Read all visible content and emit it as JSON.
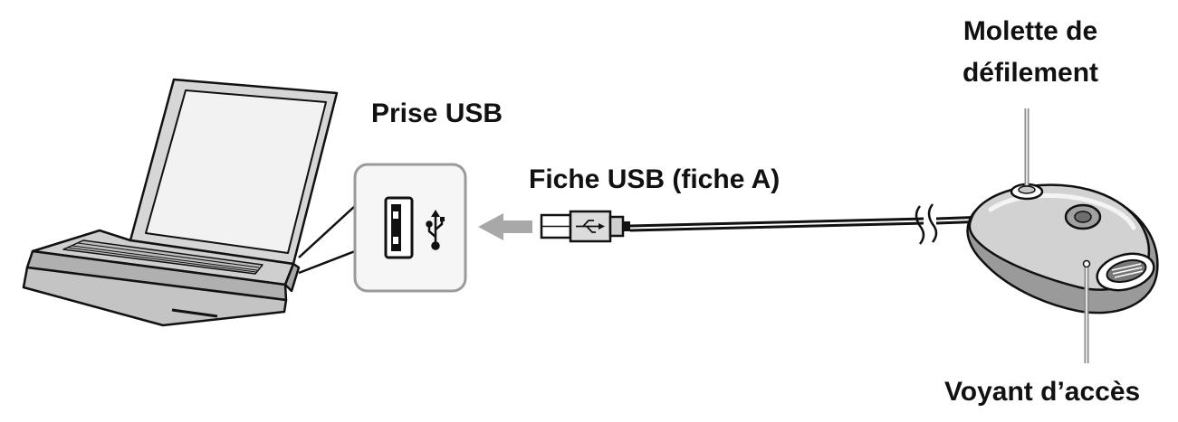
{
  "labels": {
    "scroll_wheel_line1": "Molette de",
    "scroll_wheel_line2": "défilement",
    "usb_port": "Prise USB",
    "usb_plug": "Fiche USB (fiche A)",
    "access_led": "Voyant d’accès"
  },
  "icons": {
    "laptop": "laptop-icon",
    "usb_port": "usb-port-icon",
    "usb_symbol": "usb-symbol-icon",
    "arrow": "arrow-left-icon",
    "plug": "usb-plug-icon",
    "device": "mouse-device-icon"
  },
  "colors": {
    "ink": "#111111",
    "fill_light": "#e4e4e4",
    "fill_mid": "#c8c8c8",
    "fill_dark": "#9a9a9a",
    "arrow": "#a8a8a8"
  }
}
